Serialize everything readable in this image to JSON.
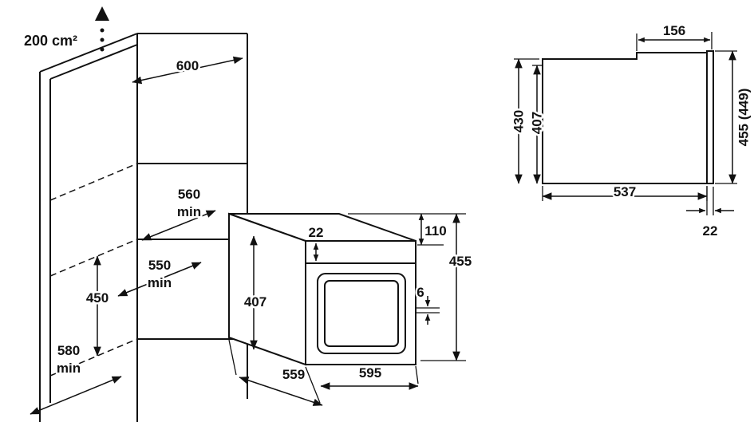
{
  "drawing": {
    "background": "#ffffff",
    "line_color": "#111111"
  },
  "cabinet": {
    "vent_area": "200 cm²",
    "depth": "600",
    "niche_width": "560",
    "niche_width_unit": "min",
    "niche_depth": "550",
    "niche_depth_unit": "min",
    "niche_height": "450",
    "base_depth": "580",
    "base_depth_unit": "min"
  },
  "oven": {
    "door_offset": "22",
    "panel_height": "110",
    "total_height": "455",
    "gap": "6",
    "body_height": "407",
    "body_depth": "559",
    "width": "595"
  },
  "side_view": {
    "top_inset": "156",
    "body_height": "430",
    "inner_height": "407",
    "front_height": "455 (449)",
    "body_depth": "537",
    "door_thickness": "22"
  }
}
